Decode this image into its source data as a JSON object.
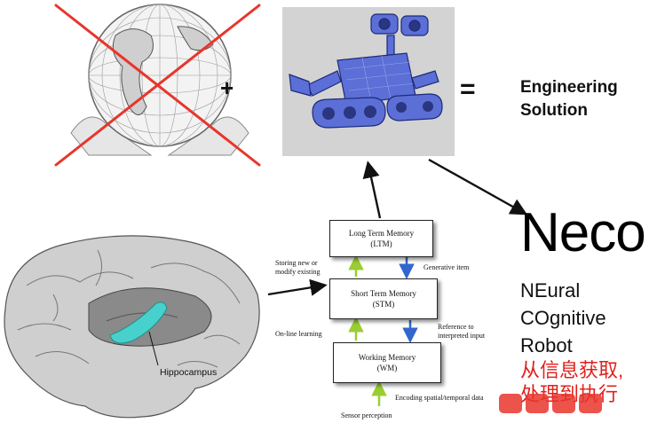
{
  "top": {
    "plus": "+",
    "equals": "=",
    "result": [
      "Engineering",
      "Solution"
    ]
  },
  "brain": {
    "label": "Hippocampus"
  },
  "memory": {
    "ltm": [
      "Long Term Memory",
      "(LTM)"
    ],
    "stm": [
      "Short Term Memory",
      "(STM)"
    ],
    "wm": [
      "Working Memory",
      "(WM)"
    ],
    "notes": {
      "storing": [
        "Storing new or",
        "modify existing"
      ],
      "generative": "Generative item",
      "online": "On-line learning",
      "reference": [
        "Reference to",
        "interpreted input"
      ],
      "encoding": "Encoding spatial/temporal data",
      "sensor": "Sensor perception"
    }
  },
  "neco": {
    "title": "Neco",
    "lines": [
      "NEural",
      "COgnitive",
      "Robot"
    ],
    "chinese": [
      "从信息获取,",
      "处理到执行"
    ]
  },
  "colors": {
    "cross": "#e8352c",
    "up_arrow": "#9acd32",
    "down_arrow": "#3366cc",
    "chinese_text": "#e0201b",
    "hippocampus": "#48d1cc"
  },
  "icons": {
    "globe": "globe-icon",
    "robot": "robot-icon",
    "brain": "brain-icon",
    "watermark": "watermark-logo"
  }
}
